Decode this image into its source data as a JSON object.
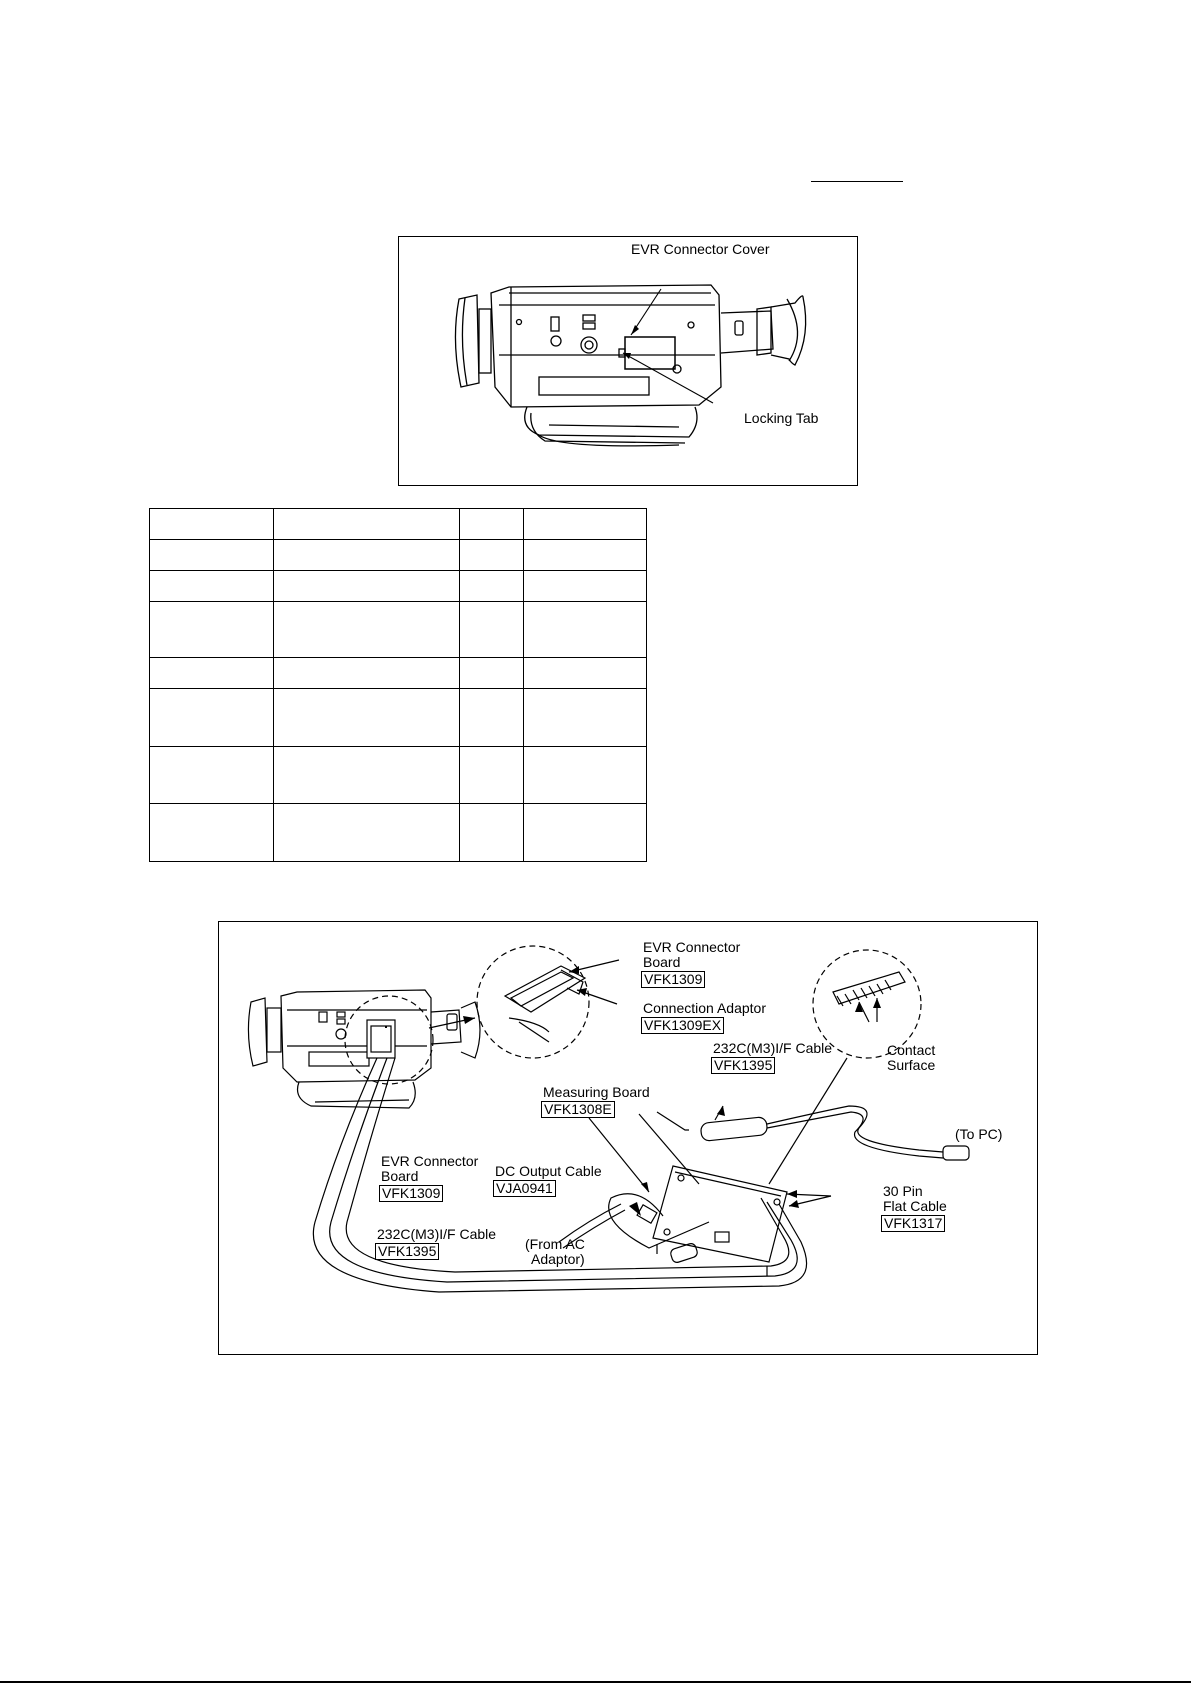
{
  "figure1": {
    "cover_label": "EVR Connector Cover",
    "tab_label": "Locking Tab"
  },
  "table": {
    "rows": [
      [
        "",
        "",
        "",
        ""
      ],
      [
        "",
        "",
        "",
        ""
      ],
      [
        "",
        "",
        "",
        ""
      ],
      [
        "",
        "",
        "",
        ""
      ],
      [
        "",
        "",
        "",
        ""
      ],
      [
        "",
        "",
        "",
        ""
      ],
      [
        "",
        "",
        "",
        ""
      ],
      [
        "",
        "",
        "",
        ""
      ]
    ]
  },
  "figure2": {
    "evr_board_top_l1": "EVR Connector",
    "evr_board_top_l2": "Board",
    "evr_board_top_part": "VFK1309",
    "conn_adaptor": "Connection Adaptor",
    "conn_adaptor_part": "VFK1309EX",
    "cable_232_top": "232C(M3)I/F Cable",
    "cable_232_top_part": "VFK1395",
    "contact_l1": "Contact",
    "contact_l2": "Surface",
    "measuring_board": "Measuring Board",
    "measuring_board_part": "VFK1308E",
    "to_pc": "(To PC)",
    "evr_board_bot_l1": "EVR Connector",
    "evr_board_bot_l2": "Board",
    "evr_board_bot_part": "VFK1309",
    "dc_cable": "DC Output Cable",
    "dc_cable_part": "VJA0941",
    "flat_l1": "30 Pin",
    "flat_l2": "Flat Cable",
    "flat_part": "VFK1317",
    "cable_232_bot": "232C(M3)I/F Cable",
    "cable_232_bot_part": "VFK1395",
    "from_ac_l1": "(From AC",
    "from_ac_l2": "Adaptor)"
  }
}
